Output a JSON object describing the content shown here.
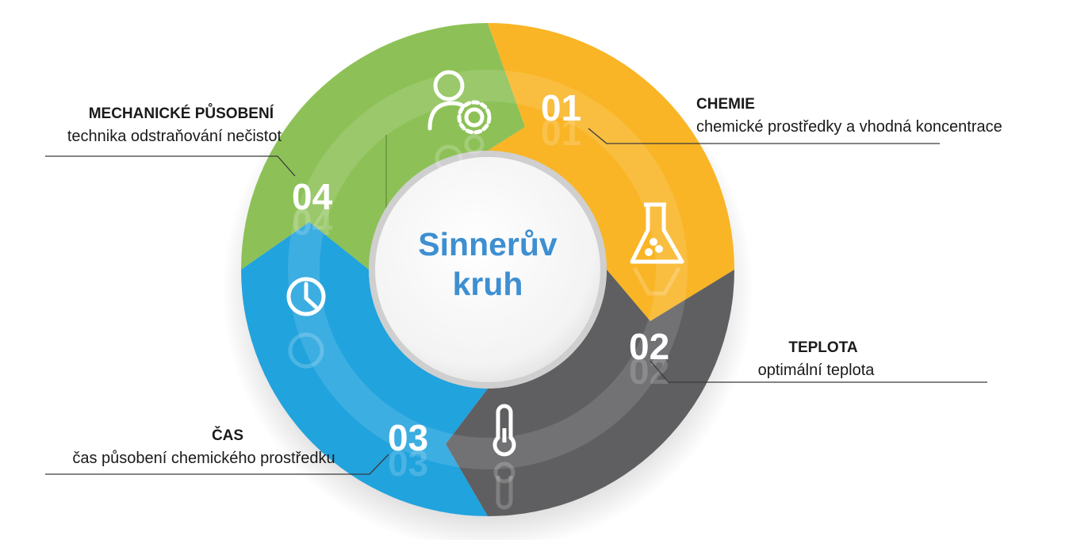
{
  "center": {
    "line1": "Sinnerův",
    "line2": "kruh"
  },
  "segments": [
    {
      "number": "01",
      "title": "CHEMIE",
      "description": "chemické prostředky a vhodná koncentrace",
      "icon": "flask-icon",
      "color": "#f9b526"
    },
    {
      "number": "02",
      "title": "TEPLOTA",
      "description": "optimální teplota",
      "icon": "thermometer-icon",
      "color": "#5f5f61"
    },
    {
      "number": "03",
      "title": "ČAS",
      "description": "čas působení chemického prostředku",
      "icon": "clock-icon",
      "color": "#21a3dd"
    },
    {
      "number": "04",
      "title": "MECHANICKÉ PŮSOBENÍ",
      "description": "technika odstraňování nečistot",
      "icon": "user-gear-icon",
      "color": "#8dc157"
    }
  ]
}
